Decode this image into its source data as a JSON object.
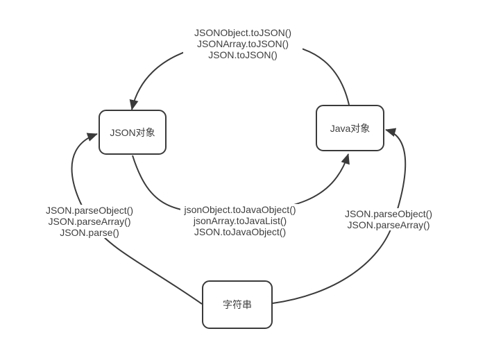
{
  "diagram": {
    "colors": {
      "line": "#3a3a3a",
      "text": "#3d3d3d",
      "background": "#ffffff",
      "node_fill": "#ffffff"
    },
    "nodes": [
      {
        "id": "json-object",
        "label": "JSON对象"
      },
      {
        "id": "java-object",
        "label": "Java对象"
      },
      {
        "id": "string",
        "label": "字符串"
      }
    ],
    "edges": [
      {
        "id": "to-json",
        "from": "Java对象",
        "to": "JSON对象",
        "labels": [
          "JSONObject.toJSON()",
          "JSONArray.toJSON()",
          "JSON.toJSON()"
        ]
      },
      {
        "id": "to-java",
        "from": "JSON对象",
        "to": "Java对象",
        "labels": [
          "jsonObject.toJavaObject()",
          "jsonArray.toJavaList()",
          "JSON.toJavaObject()"
        ]
      },
      {
        "id": "parse-to-json",
        "from": "字符串",
        "to": "JSON对象",
        "labels": [
          "JSON.parseObject()",
          "JSON.parseArray()",
          "JSON.parse()"
        ]
      },
      {
        "id": "parse-to-java",
        "from": "字符串",
        "to": "Java对象",
        "labels": [
          "JSON.parseObject()",
          "JSON.parseArray()"
        ]
      }
    ]
  }
}
